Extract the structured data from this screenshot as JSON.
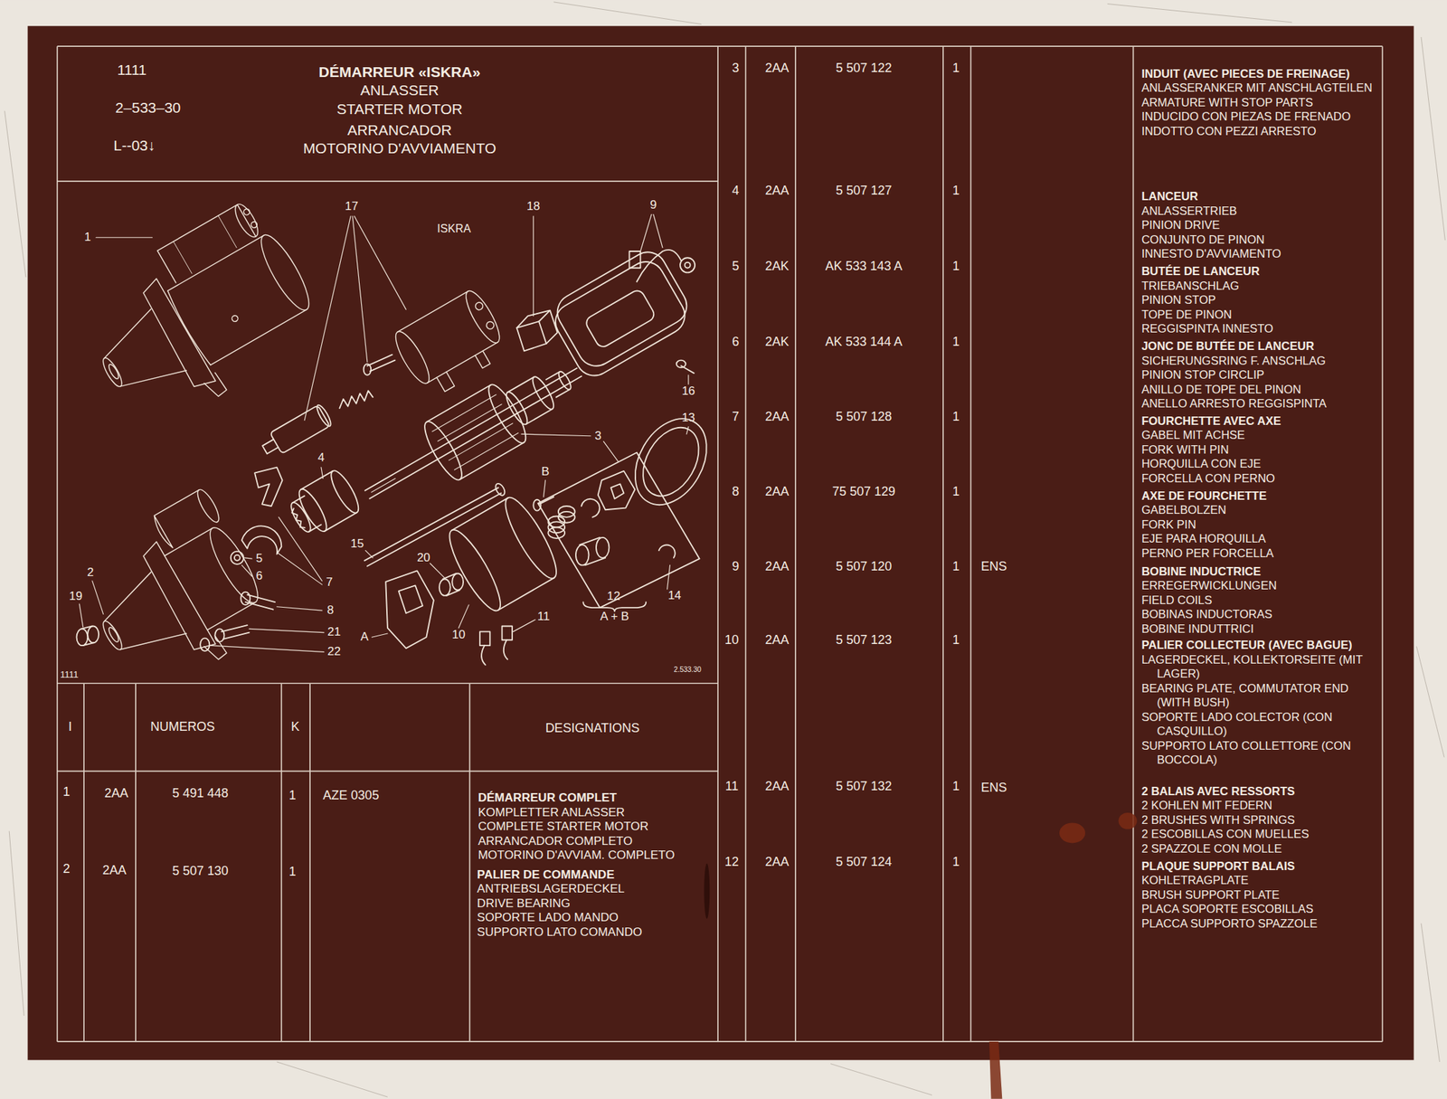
{
  "diagram": {
    "title": "DÉMARREUR «ISKRA»",
    "labels": [
      "1111",
      "2–533–30",
      "L--03↓",
      "ANLASSER",
      "STARTER MOTOR",
      "ARRANCADOR",
      "MOTORINO D'AVVIAMENTO",
      "1",
      "17",
      "ISKRA",
      "18",
      "9",
      "16",
      "13",
      "3",
      "4",
      "B",
      "15",
      "20",
      "5",
      "6",
      "7",
      "2",
      "19",
      "8",
      "12",
      "A + B",
      "14",
      "11",
      "10",
      "A",
      "21",
      "22",
      "1111",
      "2.533.30",
      "I",
      "NUMEROS",
      "K",
      "DESIGNATIONS",
      "1",
      "2AA",
      "5 491 448",
      "1",
      "AZE 0305",
      "DÉMARREUR COMPLET",
      "KOMPLETTER ANLASSER",
      "COMPLETE STARTER MOTOR",
      "ARRANCADOR COMPLETO",
      "MOTORINO D'AVVIAM. COMPLETO",
      "2",
      "2AA",
      "5 507 130",
      "1",
      "PALIER DE COMMANDE",
      "ANTRIEBSLAGERDECKEL",
      "DRIVE BEARING",
      "SOPORTE LADO MANDO",
      "SUPPORTO LATO COMANDO",
      "3",
      "2AA",
      "5 507 122",
      "1",
      "INDUIT (AVEC PIECES DE FREINAGE)",
      "ANLASSERANKER MIT ANSCHLAGTEILEN",
      "ARMATURE WITH STOP PARTS",
      "INDUCIDO CON PIEZAS DE FRENADO",
      "INDOTTO CON PEZZI ARRESTO",
      "4",
      "2AA",
      "5 507 127",
      "1",
      "LANCEUR",
      "ANLASSERTRIEB",
      "PINION DRIVE",
      "CONJUNTO DE PINON",
      "INNESTO D'AVVIAMENTO",
      "5",
      "2AK",
      "AK 533 143 A",
      "1",
      "BUTÉE DE LANCEUR",
      "TRIEBANSCHLAG",
      "PINION STOP",
      "TOPE DE PINON",
      "REGGISPINTA INNESTO",
      "6",
      "2AK",
      "AK 533 144 A",
      "1",
      "JONC DE BUTÉE DE LANCEUR",
      "SICHERUNGSRING F. ANSCHLAG",
      "PINION STOP CIRCLIP",
      "ANILLO DE TOPE DEL PINON",
      "ANELLO ARRESTO REGGISPINTA",
      "7",
      "2AA",
      "5 507 128",
      "1",
      "FOURCHETTE AVEC AXE",
      "GABEL MIT ACHSE",
      "FORK WITH PIN",
      "HORQUILLA CON EJE",
      "FORCELLA CON PERNO",
      "8",
      "2AA",
      "75 507 129",
      "1",
      "AXE DE FOURCHETTE",
      "GABELBOLZEN",
      "FORK PIN",
      "EJE PARA HORQUILLA",
      "PERNO PER FORCELLA",
      "9",
      "2AA",
      "5 507 120",
      "1",
      "ENS",
      "BOBINE INDUCTRICE",
      "ERREGERWICKLUNGEN",
      "FIELD COILS",
      "BOBINAS INDUCTORAS",
      "BOBINE INDUTTRICI",
      "10",
      "2AA",
      "5 507 123",
      "1",
      "PALIER COLLECTEUR (AVEC BAGUE)",
      "LAGERDECKEL, KOLLEKTORSEITE (MIT LAGER)",
      "BEARING PLATE, COMMUTATOR END (WITH BUSH)",
      "SOPORTE LADO COLECTOR (CON CASQUILLO)",
      "SUPPORTO LATO COLLETTORE (CON BOCCOLA)",
      "11",
      "2AA",
      "5 507 132",
      "1",
      "ENS",
      "2 BALAIS AVEC RESSORTS",
      "2 KOHLEN MIT FEDERN",
      "2 BRUSHES WITH SPRINGS",
      "2 ESCOBILLAS CON MUELLES",
      "2 SPAZZOLE CON MOLLE",
      "12",
      "2AA",
      "5 507 124",
      "1",
      "PLAQUE SUPPORT BALAIS",
      "KOHLETRAGPLATE",
      "BRUSH SUPPORT PLATE",
      "PLACA SOPORTE ESCOBILLAS",
      "PLACCA SUPPORTO SPAZZOLE"
    ]
  }
}
